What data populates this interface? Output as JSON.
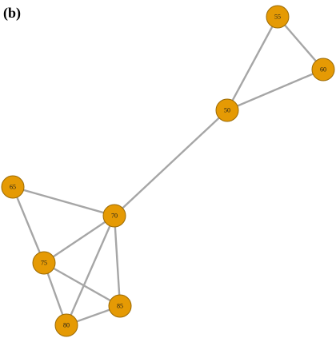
{
  "figure": {
    "panel_label": "(b)"
  },
  "colors": {
    "node_fill": "#e59a04",
    "node_stroke": "#9b6a05",
    "edge": "#a6a6a6",
    "label": "#1a1a1a"
  },
  "graph": {
    "nodes": [
      {
        "id": "55",
        "label": "55"
      },
      {
        "id": "60",
        "label": "60"
      },
      {
        "id": "50",
        "label": "50"
      },
      {
        "id": "65",
        "label": "65"
      },
      {
        "id": "70",
        "label": "70"
      },
      {
        "id": "75",
        "label": "75"
      },
      {
        "id": "85",
        "label": "85"
      },
      {
        "id": "80",
        "label": "80"
      }
    ],
    "edges": [
      {
        "source": "55",
        "target": "60"
      },
      {
        "source": "55",
        "target": "50"
      },
      {
        "source": "60",
        "target": "50"
      },
      {
        "source": "50",
        "target": "70"
      },
      {
        "source": "65",
        "target": "70"
      },
      {
        "source": "65",
        "target": "75"
      },
      {
        "source": "70",
        "target": "75"
      },
      {
        "source": "70",
        "target": "85"
      },
      {
        "source": "70",
        "target": "80"
      },
      {
        "source": "75",
        "target": "85"
      },
      {
        "source": "75",
        "target": "80"
      },
      {
        "source": "80",
        "target": "85"
      }
    ]
  }
}
